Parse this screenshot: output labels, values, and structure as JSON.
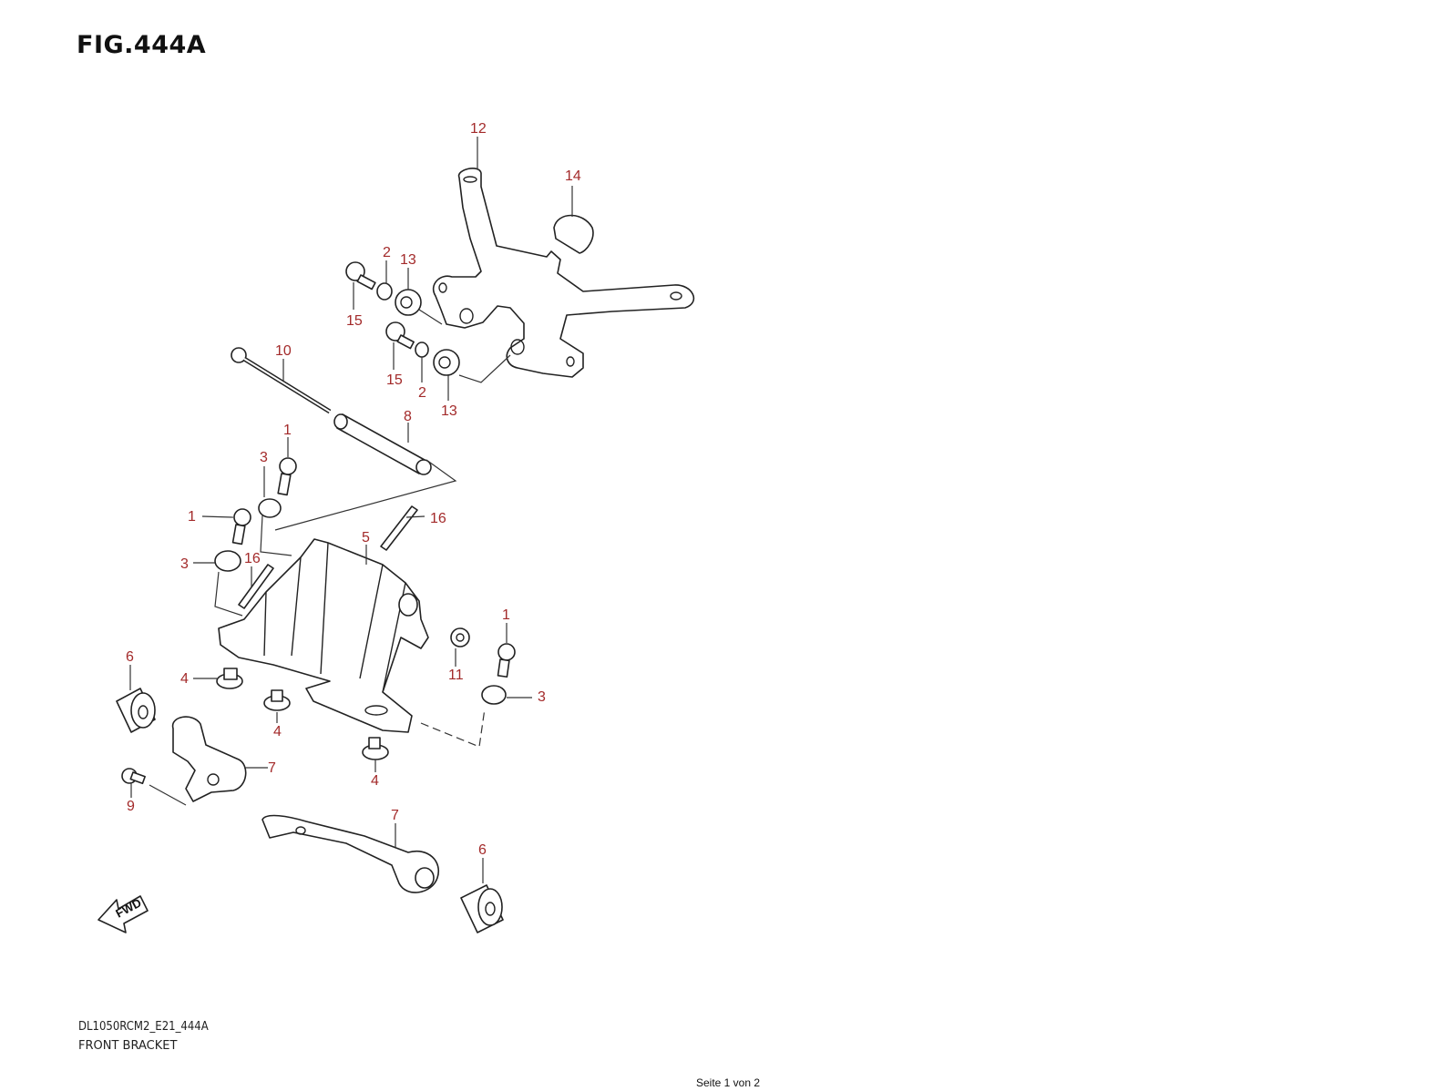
{
  "figure": {
    "title": "FIG.444A",
    "diagram_code": "DL1050RCM2_E21_444A",
    "diagram_name": "FRONT BRACKET",
    "page_indicator": "Seite 1 von 2",
    "direction_label": "FWD"
  },
  "callouts": {
    "c12": "12",
    "c14": "14",
    "c2a": "2",
    "c13a": "13",
    "c15a": "15",
    "c15b": "15",
    "c2b": "2",
    "c13b": "13",
    "c10": "10",
    "c8": "8",
    "c1a": "1",
    "c3a": "3",
    "c1b": "1",
    "c16a": "16",
    "c5": "5",
    "c3b": "3",
    "c16b": "16",
    "c6a": "6",
    "c4a": "4",
    "c4b": "4",
    "c1c": "1",
    "c11": "11",
    "c3c": "3",
    "c7a": "7",
    "c9": "9",
    "c4c": "4",
    "c7b": "7",
    "c6b": "6"
  },
  "colors": {
    "callout": "#a32a2a",
    "line": "#222222"
  }
}
